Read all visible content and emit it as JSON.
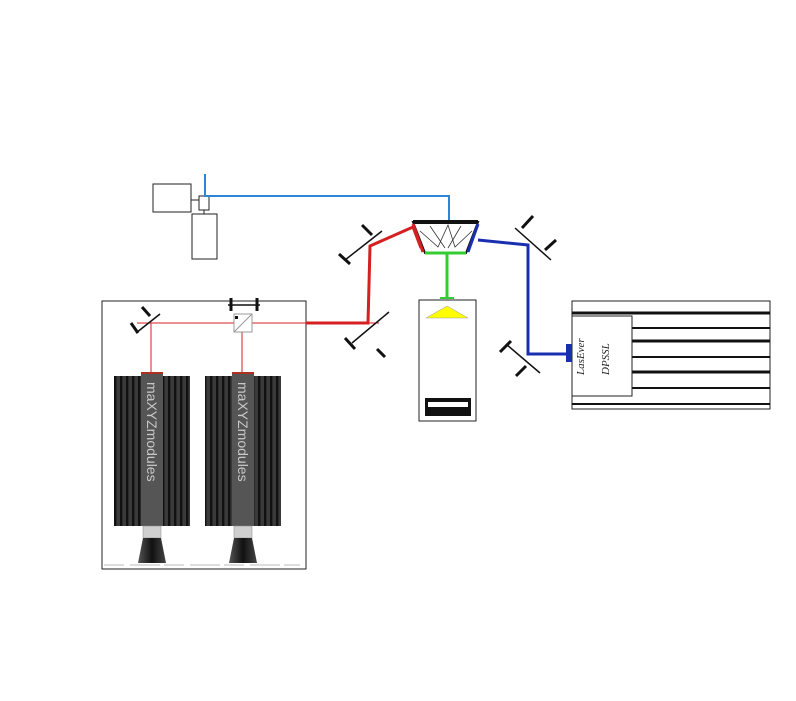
{
  "diagram": {
    "module_label_left": "maXYZmodules",
    "module_label_right": "maXYZmodules",
    "laser_brand": "LasEver",
    "laser_type": "DPSSL"
  },
  "colors": {
    "red_beam": "#d42020",
    "blue_beam_fiber": "#2a86d6",
    "blue_beam": "#1a2fb0",
    "green_beam": "#33cc33",
    "prism_fill": "#ffff00",
    "heatsink": "#2a2a2a",
    "outline": "#222222"
  },
  "icons": {
    "mirror": "mirror-icon",
    "beam_splitter": "beam-splitter-icon",
    "prism": "prism-icon",
    "detector": "detector-icon"
  }
}
